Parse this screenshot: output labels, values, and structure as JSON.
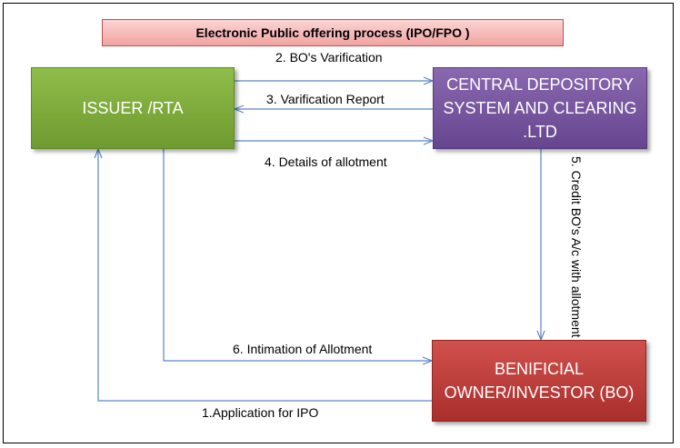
{
  "title": "Electronic Public offering process (IPO/FPO )",
  "nodes": {
    "issuer": "ISSUER /RTA",
    "csd_lines": [
      "CENTRAL DEPOSITORY",
      "SYSTEM AND CLEARING",
      ".LTD"
    ],
    "bo_lines": [
      "BENIFICIAL",
      "OWNER/INVESTOR (BO)"
    ]
  },
  "edges": {
    "step1": "1.Application for IPO",
    "step2": "2. BO's Varification",
    "step3": "3. Varification Report",
    "step4": "4. Details of allotment",
    "step5": "5. Credit BO's A/c with allotment",
    "step6": "6. Intimation of Allotment"
  },
  "colors": {
    "connector": "#5b86c0",
    "issuer": "#77a136",
    "csd": "#6f4f99",
    "bo": "#b83b38",
    "title_fill": "#f4b7b5"
  }
}
